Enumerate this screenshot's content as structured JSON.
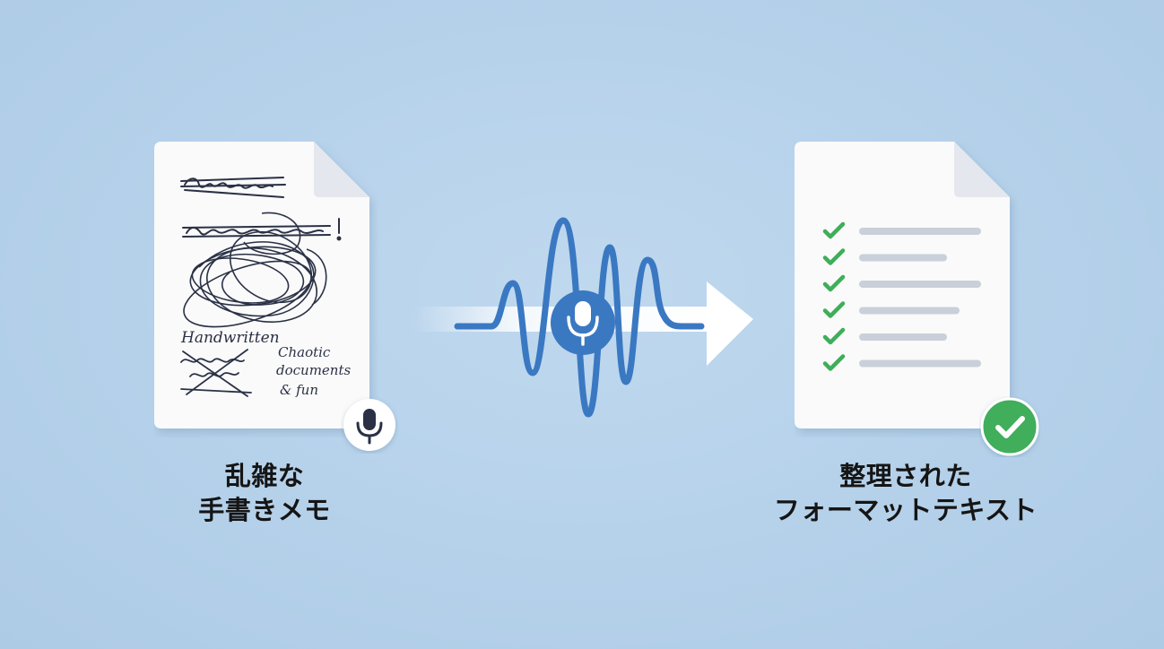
{
  "left": {
    "caption_line1": "乱雑な",
    "caption_line2": "手書きメモ",
    "handwriting": {
      "word1": "Handwritten",
      "note_line1": "Chaotic",
      "note_line2": "documents",
      "note_line3": "& fun"
    },
    "badge_icon": "microphone-icon"
  },
  "center": {
    "wave_icon": "microphone-icon",
    "arrow_icon": "arrow-right-icon"
  },
  "right": {
    "caption_line1": "整理された",
    "caption_line2": "フォーマットテキスト",
    "checklist_count": 6,
    "badge_icon": "checkmark-icon"
  },
  "colors": {
    "background": "#b7d2ea",
    "accent_blue": "#3a78c2",
    "check_green": "#3fae5a",
    "paper": "#fafafa",
    "ink": "#2a3146"
  }
}
